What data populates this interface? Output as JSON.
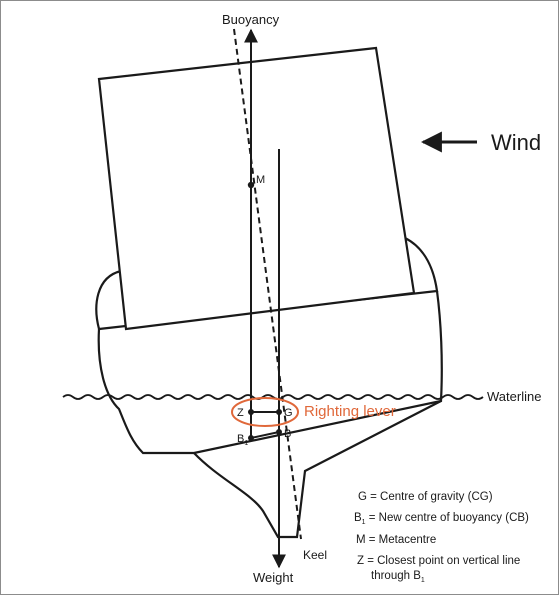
{
  "labels": {
    "buoyancy": "Buoyancy",
    "weight": "Weight",
    "wind": "Wind",
    "waterline": "Waterline",
    "keel": "Keel",
    "righting_lever": "Righting lever"
  },
  "points": {
    "m": "M",
    "z": "Z",
    "g": "G",
    "b": "B",
    "b1": "B",
    "b1_sub": "1"
  },
  "legend": {
    "g": "G = Centre of gravity (CG)",
    "b1_prefix": "B",
    "b1_sub": "1",
    "b1_text": " = New centre of buoyancy (CB)",
    "m": "M = Metacentre",
    "z_line1": "Z = Closest point on vertical line",
    "z_line2_prefix": "through B",
    "z_line2_sub": "1"
  },
  "colors": {
    "line": "#1a1a1a",
    "highlight": "#e0683a"
  }
}
